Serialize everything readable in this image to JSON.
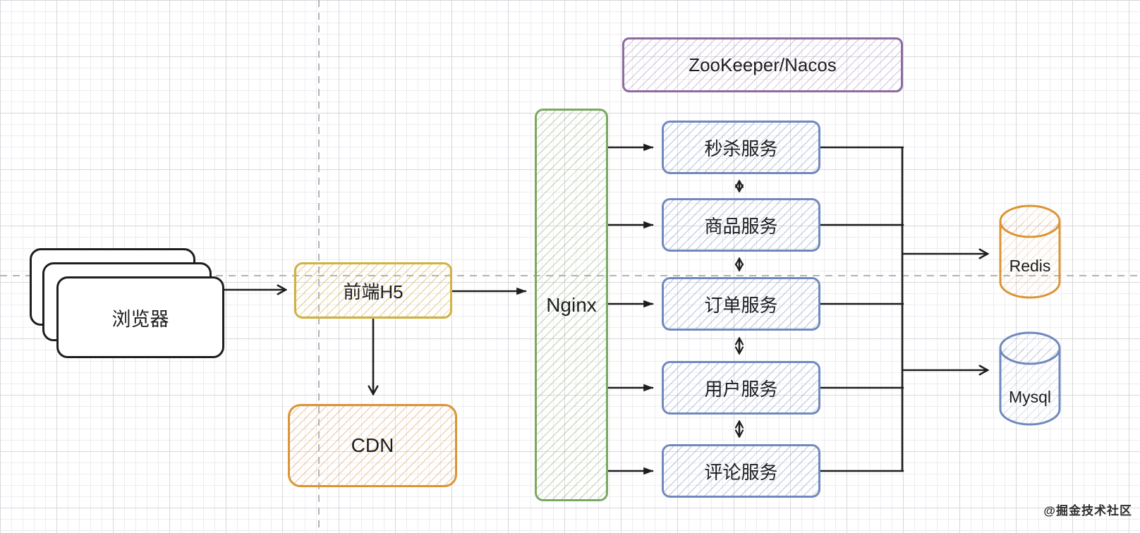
{
  "nodes": {
    "browser": {
      "label": "浏览器"
    },
    "frontend": {
      "label": "前端H5"
    },
    "cdn": {
      "label": "CDN"
    },
    "nginx": {
      "label": "Nginx"
    },
    "registry": {
      "label": "ZooKeeper/Nacos"
    },
    "services": [
      {
        "label": "秒杀服务"
      },
      {
        "label": "商品服务"
      },
      {
        "label": "订单服务"
      },
      {
        "label": "用户服务"
      },
      {
        "label": "评论服务"
      }
    ],
    "redis": {
      "label": "Redis"
    },
    "mysql": {
      "label": "Mysql"
    }
  },
  "watermark": {
    "text": "@掘金技术社区"
  },
  "colors": {
    "stroke_black": "#1e1e1e",
    "yellow": "#d2b23e",
    "orange": "#dc9434",
    "green": "#79a961",
    "blue": "#7089bd",
    "purple": "#8d6aa0",
    "grid_minor": "#ededf2",
    "grid_major": "#d8d8dd",
    "guide_dashed": "#b3b3b8"
  }
}
